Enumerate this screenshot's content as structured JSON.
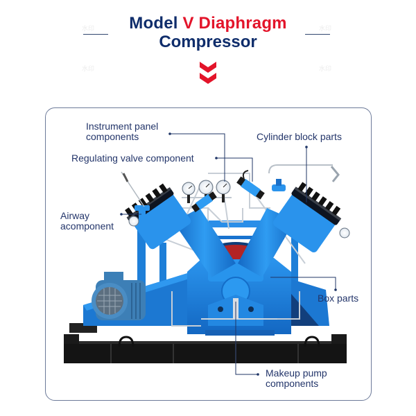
{
  "header": {
    "title_part1": "Model ",
    "title_highlight": "V Diaphragm",
    "title_line2": "Compressor",
    "colors": {
      "navy": "#0f2d6b",
      "red": "#e3142a"
    }
  },
  "decoration": {
    "chevron_icon": "double-chevron-down",
    "frame_border_color": "#6c7a99",
    "machine_color": "#1f86e0"
  },
  "diagram": {
    "labels": [
      {
        "id": "instrument-panel",
        "line1": "Instrument panel",
        "line2": "components"
      },
      {
        "id": "regulating-valve",
        "line1": "Regulating valve component"
      },
      {
        "id": "cylinder-block",
        "line1": "Cylinder block parts"
      },
      {
        "id": "airway",
        "line1": "Airway",
        "line2": "acomponent"
      },
      {
        "id": "box-parts",
        "line1": "Box parts"
      },
      {
        "id": "makeup-pump",
        "line1": "Makeup pump",
        "line2": "components"
      }
    ]
  }
}
